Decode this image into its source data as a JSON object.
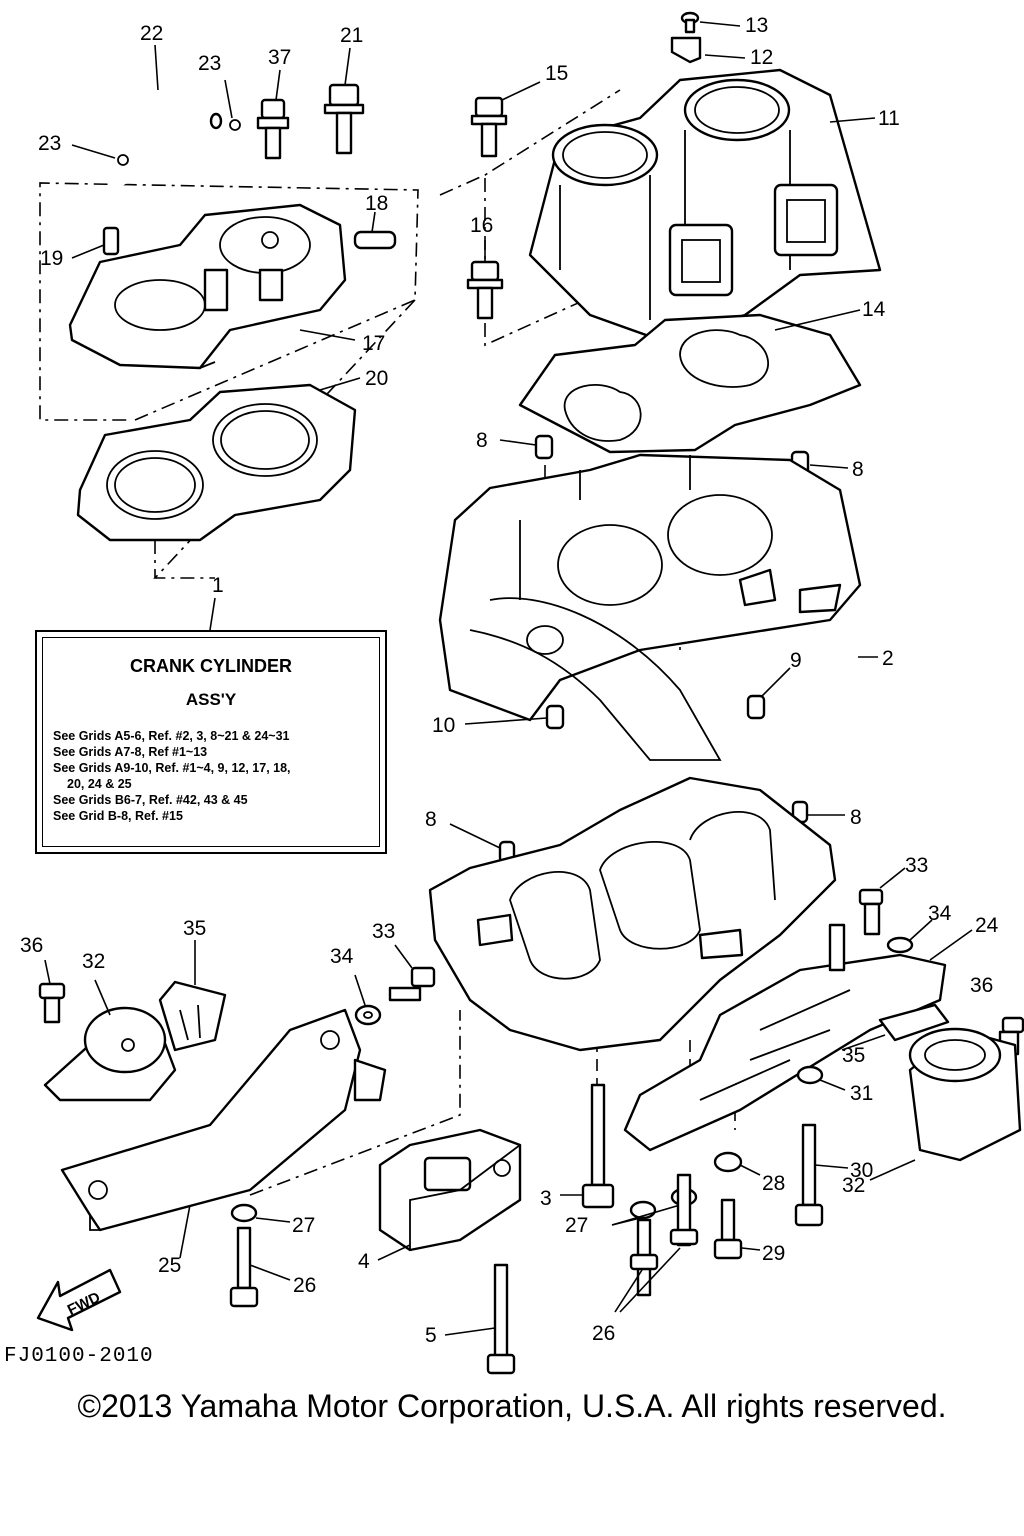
{
  "callouts": [
    {
      "id": "c22",
      "text": "22"
    },
    {
      "id": "c23a",
      "text": "23"
    },
    {
      "id": "c37",
      "text": "37"
    },
    {
      "id": "c21",
      "text": "21"
    },
    {
      "id": "c13",
      "text": "13"
    },
    {
      "id": "c12",
      "text": "12"
    },
    {
      "id": "c15",
      "text": "15"
    },
    {
      "id": "c11",
      "text": "11"
    },
    {
      "id": "c23b",
      "text": "23"
    },
    {
      "id": "c18",
      "text": "18"
    },
    {
      "id": "c19",
      "text": "19"
    },
    {
      "id": "c16",
      "text": "16"
    },
    {
      "id": "c14",
      "text": "14"
    },
    {
      "id": "c17",
      "text": "17"
    },
    {
      "id": "c20",
      "text": "20"
    },
    {
      "id": "c8a",
      "text": "8"
    },
    {
      "id": "c8b",
      "text": "8"
    },
    {
      "id": "c1",
      "text": "1"
    },
    {
      "id": "c2",
      "text": "2"
    },
    {
      "id": "c9",
      "text": "9"
    },
    {
      "id": "c10",
      "text": "10"
    },
    {
      "id": "c8c",
      "text": "8"
    },
    {
      "id": "c8d",
      "text": "8"
    },
    {
      "id": "c33a",
      "text": "33"
    },
    {
      "id": "c35a",
      "text": "35"
    },
    {
      "id": "c33b",
      "text": "33"
    },
    {
      "id": "c34a",
      "text": "34"
    },
    {
      "id": "c34b",
      "text": "34"
    },
    {
      "id": "c24",
      "text": "24"
    },
    {
      "id": "c36a",
      "text": "36"
    },
    {
      "id": "c32a",
      "text": "32"
    },
    {
      "id": "c36b",
      "text": "36"
    },
    {
      "id": "c35b",
      "text": "35"
    },
    {
      "id": "c31",
      "text": "31"
    },
    {
      "id": "c30",
      "text": "30"
    },
    {
      "id": "c28",
      "text": "28"
    },
    {
      "id": "c3",
      "text": "3"
    },
    {
      "id": "c29",
      "text": "29"
    },
    {
      "id": "c32b",
      "text": "32"
    },
    {
      "id": "c27a",
      "text": "27"
    },
    {
      "id": "c27b",
      "text": "27"
    },
    {
      "id": "c25",
      "text": "25"
    },
    {
      "id": "c4",
      "text": "4"
    },
    {
      "id": "c26a",
      "text": "26"
    },
    {
      "id": "c26b",
      "text": "26"
    },
    {
      "id": "c5",
      "text": "5"
    }
  ],
  "assembly_box": {
    "title": "CRANK CYLINDER",
    "subtitle": "ASS'Y",
    "lines": [
      "See Grids A5-6, Ref. #2, 3, 8~21 & 24~31",
      "See Grids A7-8, Ref #1~13",
      "See Grids A9-10, Ref. #1~4, 9, 12, 17, 18,",
      "20, 24 & 25",
      "See Grids B6-7, Ref. #42, 43 & 45",
      "See Grid B-8, Ref. #15"
    ]
  },
  "fwd_label": "FWD",
  "drawing_code": "FJ0100-2010",
  "copyright": "©2013 Yamaha Motor Corporation, U.S.A. All rights reserved."
}
